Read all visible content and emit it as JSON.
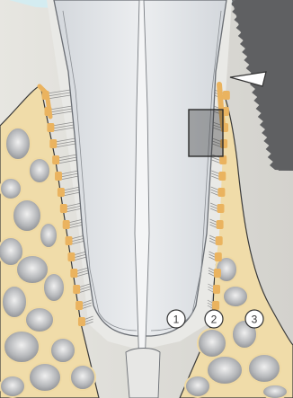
{
  "callouts": [
    {
      "label": "1"
    },
    {
      "label": "2"
    },
    {
      "label": "3"
    }
  ],
  "colors": {
    "gum": "#e5e4df",
    "gum_shadow": "#b7b6b1",
    "pocket": "#d8eef2",
    "tooth": "#dfe2e6",
    "tooth_outline": "#73777c",
    "root_layer": "#eaeaea",
    "bone": "#f2dca7",
    "bone_edge": "#e9b25e",
    "bone_marrow": "#9a9ca0",
    "fibers": "#8f8f8f",
    "frame": "#5a5a5a"
  },
  "icons": [
    "arrowhead-icon",
    "magnifier-box-icon"
  ]
}
